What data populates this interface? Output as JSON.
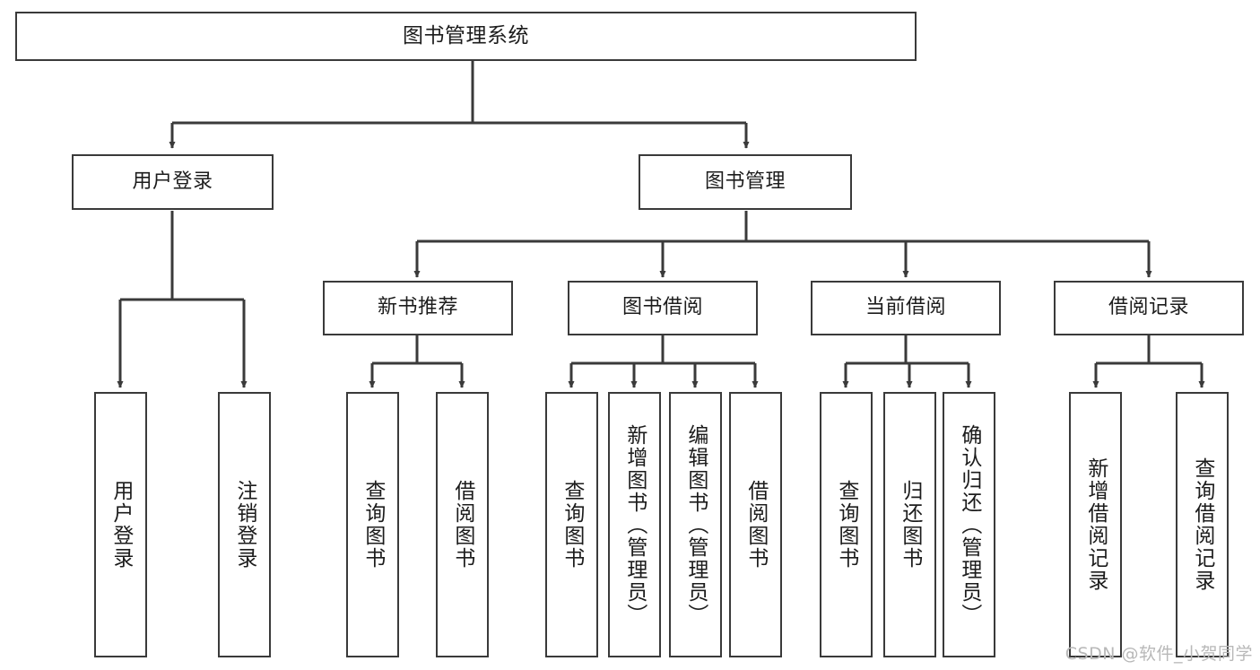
{
  "diagram": {
    "title": "图书管理系统",
    "type": "tree",
    "stroke_color": "#3a3a3a",
    "text_color": "#1c1c1c",
    "background_color": "#ffffff",
    "watermark": "CSDN @软件_小贺同学"
  },
  "root": {
    "label": "图书管理系统"
  },
  "level2": [
    {
      "label": "用户登录"
    },
    {
      "label": "图书管理"
    }
  ],
  "level3": [
    {
      "label": "新书推荐"
    },
    {
      "label": "图书借阅"
    },
    {
      "label": "当前借阅"
    },
    {
      "label": "借阅记录"
    }
  ],
  "leaves": {
    "user_login": [
      {
        "label": "用户登录"
      },
      {
        "label": "注销登录"
      }
    ],
    "new_book_recommend": [
      {
        "label": "查询图书"
      },
      {
        "label": "借阅图书"
      }
    ],
    "book_borrow": [
      {
        "label": "查询图书"
      },
      {
        "label": "新增图书（管理员）"
      },
      {
        "label": "编辑图书（管理员）"
      },
      {
        "label": "借阅图书"
      }
    ],
    "current_borrow": [
      {
        "label": "查询图书"
      },
      {
        "label": "归还图书"
      },
      {
        "label": "确认归还（管理员）"
      }
    ],
    "borrow_record": [
      {
        "label": "新增借阅记录"
      },
      {
        "label": "查询借阅记录"
      }
    ]
  }
}
